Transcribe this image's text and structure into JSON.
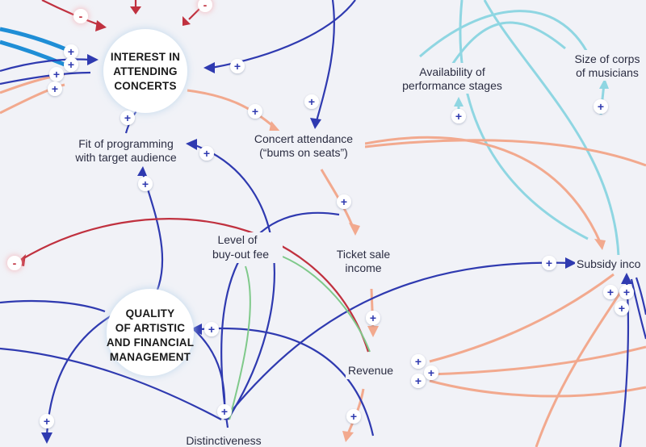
{
  "hubs": {
    "interest": [
      "INTEREST IN",
      "ATTENDING",
      "CONCERTS"
    ],
    "quality": [
      "QUALITY",
      "OF ARTISTIC",
      "AND FINANCIAL",
      "MANAGEMENT"
    ]
  },
  "nodes": {
    "fit_programming": [
      "Fit of programming",
      "with target audience"
    ],
    "concert_attendance": [
      "Concert attendance",
      "(“bums on seats”)"
    ],
    "availability_stages": [
      "Availability of",
      "performance stages"
    ],
    "size_corps": [
      "Size of corps",
      "of musicians"
    ],
    "ticket_sale_income": [
      "Ticket sale",
      "income"
    ],
    "level_buyout": [
      "Level of",
      "buy-out fee"
    ],
    "subsidy_income": "Subsidy inco",
    "revenue": "Revenue",
    "distinctiveness": "Distinctiveness"
  },
  "signs": {
    "plus": "+",
    "minus": "-"
  },
  "colors": {
    "background": "#f1f2f7",
    "navy": "#2f3ab0",
    "salmon": "#f2a98e",
    "light_blue": "#8fd6e2",
    "bright_blue": "#1f8ed6",
    "dark_red": "#c0313f",
    "green": "#7fc98a",
    "node_text": "#2b2d42"
  }
}
